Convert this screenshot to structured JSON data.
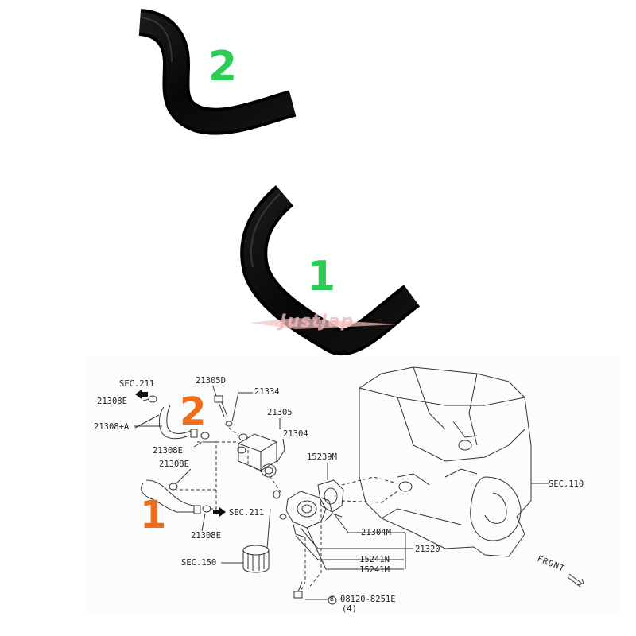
{
  "photo": {
    "hose2_number": "2",
    "hose1_number": "1",
    "watermark_text": "JustJap",
    "number_color": "#2ecc57"
  },
  "diagram": {
    "callout_2": "2",
    "callout_1": "1",
    "callout_color": "#ee6d1c",
    "labels": {
      "sec211_top": "SEC.211",
      "p21308E_top": "21308E",
      "p21308A": "21308+A",
      "p21305D": "21305D",
      "p21334": "21334",
      "p21305": "21305",
      "p21304": "21304",
      "p21308E_mid": "21308E",
      "p21308E_left": "21308E",
      "sec211_right": "SEC.211",
      "p21308E_bottom": "21308E",
      "p15239M": "15239M",
      "sec110": "SEC.110",
      "p21304M": "21304M",
      "p21320": "21320",
      "sec150": "SEC.150",
      "p15241N": "15241N",
      "p15241M": "15241M",
      "bolt": "08120-8251E",
      "bolt_qty": "(4)",
      "bolt_marker": "B",
      "front": "FRONT"
    }
  }
}
